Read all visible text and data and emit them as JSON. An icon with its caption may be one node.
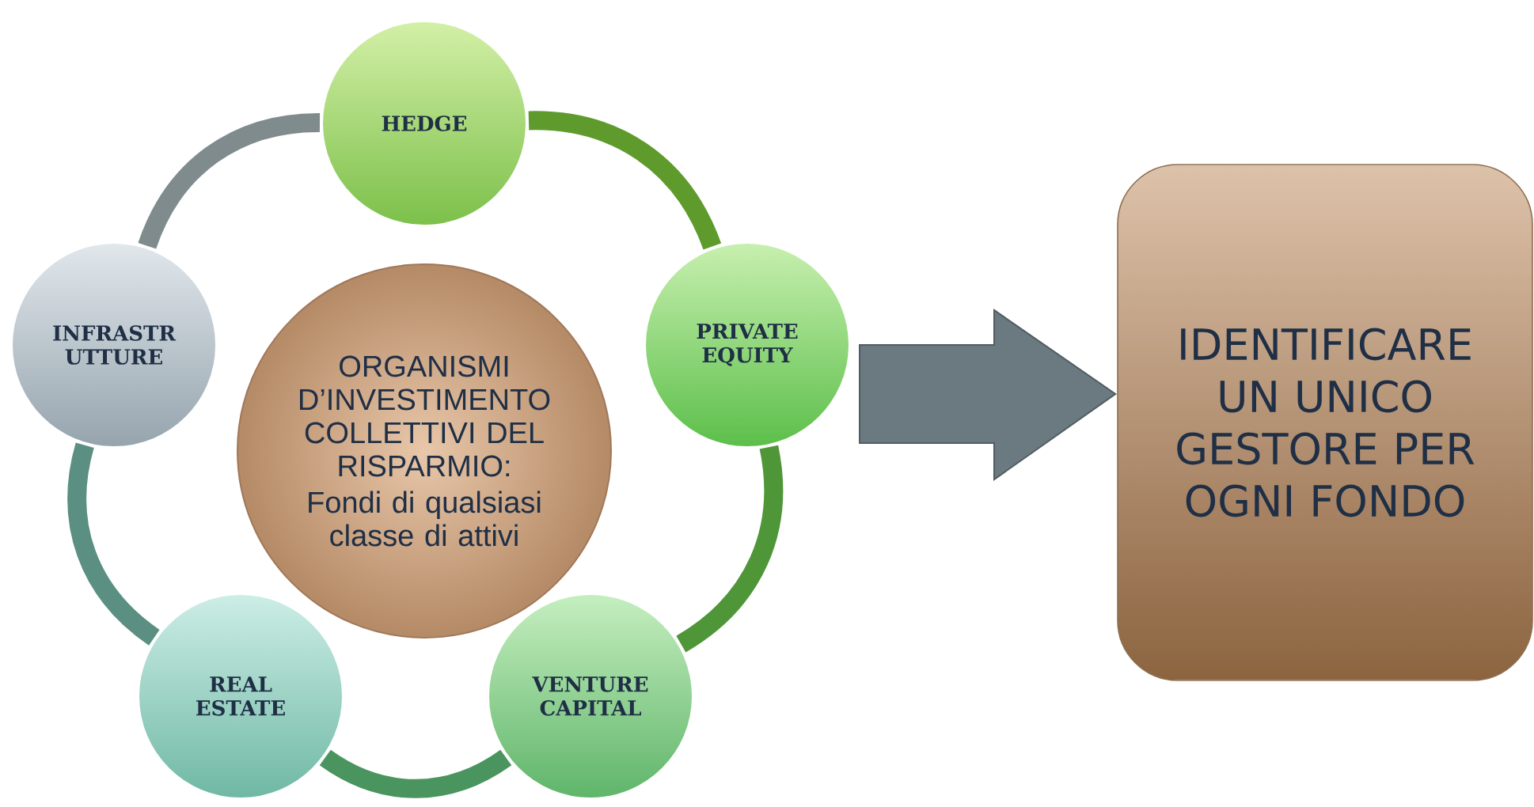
{
  "diagram": {
    "nodes": [
      {
        "text": [
          "ORGANISMI D’INVESTIMENTO COLLETTIVI DEL RISPARMIO:",
          "Fondi di qualsiasi classe di attivi"
        ]
      },
      {
        "text": [
          "HEDGE"
        ]
      },
      {
        "text": [
          "PRIVATE EQUITY"
        ]
      },
      {
        "text": [
          "VENTURE CAPITAL"
        ]
      },
      {
        "text": [
          "REAL ESTATE"
        ]
      },
      {
        "text": [
          "INFRASTR UTTURE"
        ]
      },
      {
        "text": [
          "IDENTIFICARE UN UNICO GESTORE PER OGNI FONDO"
        ]
      }
    ],
    "edges": [
      {
        "from": 1,
        "to": 2,
        "arrow": "none",
        "color": "#5f9a2c"
      },
      {
        "from": 2,
        "to": 3,
        "arrow": "none",
        "color": "#4e9638"
      },
      {
        "from": 3,
        "to": 4,
        "arrow": "none",
        "color": "#4a9460"
      },
      {
        "from": 4,
        "to": 5,
        "arrow": "none",
        "color": "#5a8f82"
      },
      {
        "from": 5,
        "to": 1,
        "arrow": "none",
        "color": "#7f8b8c"
      },
      {
        "from": null,
        "to": 6,
        "arrow": "to",
        "style": "thick"
      }
    ]
  }
}
